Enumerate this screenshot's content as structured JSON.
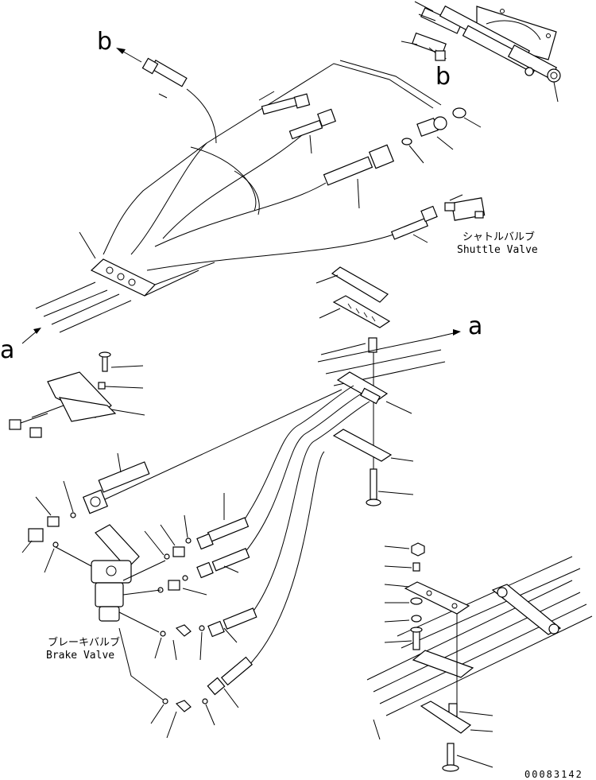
{
  "view_labels": {
    "a_left": "a",
    "a_right": "a",
    "b_top": "b",
    "b_right": "b"
  },
  "callouts": {
    "shuttle_valve_jp": "シャトルバルブ",
    "shuttle_valve_en": "Shuttle Valve",
    "brake_valve_jp": "ブレーキバルブ",
    "brake_valve_en": "Brake Valve"
  },
  "drawing_number": "00083142"
}
